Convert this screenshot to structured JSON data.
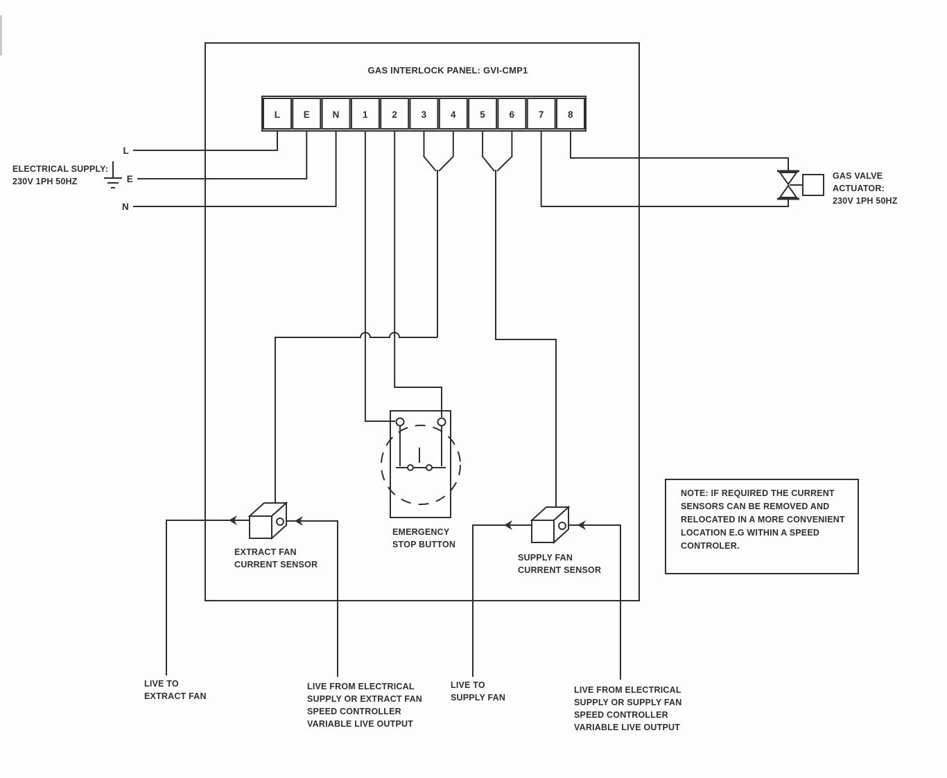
{
  "title": "GAS INTERLOCK PANEL: GVI-CMP1",
  "terminals": {
    "labels": [
      "L",
      "E",
      "N",
      "1",
      "2",
      "3",
      "4",
      "5",
      "6",
      "7",
      "8"
    ]
  },
  "electrical_supply": {
    "lines": [
      "ELECTRICAL SUPPLY:",
      "230V 1PH 50HZ"
    ],
    "live": "L",
    "earth": "E",
    "neutral": "N"
  },
  "gas_valve": {
    "lines": [
      "GAS VALVE",
      "ACTUATOR:",
      "230V 1PH 50HZ"
    ]
  },
  "emergency_stop": {
    "lines": [
      "EMERGENCY",
      "STOP BUTTON"
    ]
  },
  "extract_sensor": {
    "lines": [
      "EXTRACT FAN",
      "CURRENT SENSOR"
    ]
  },
  "supply_sensor": {
    "lines": [
      "SUPPLY FAN",
      "CURRENT SENSOR"
    ]
  },
  "note": {
    "lines": [
      "NOTE: IF REQUIRED THE CURRENT",
      "SENSORS CAN BE REMOVED AND",
      "RELOCATED IN A MORE CONVENIENT",
      "LOCATION E.G WITHIN A SPEED",
      "CONTROLER."
    ]
  },
  "outputs": {
    "live_to_extract": [
      "LIVE TO",
      "EXTRACT FAN"
    ],
    "live_from_extract": [
      "LIVE FROM ELECTRICAL",
      "SUPPLY OR EXTRACT FAN",
      "SPEED CONTROLLER",
      "VARIABLE LIVE OUTPUT"
    ],
    "live_to_supply": [
      "LIVE TO",
      "SUPPLY FAN"
    ],
    "live_from_supply": [
      "LIVE FROM ELECTRICAL",
      "SUPPLY OR SUPPLY FAN",
      "SPEED CONTROLLER",
      "VARIABLE LIVE OUTPUT"
    ]
  },
  "colors": {
    "ink": "#2e2e2e",
    "paper": "#fdfdfd"
  }
}
